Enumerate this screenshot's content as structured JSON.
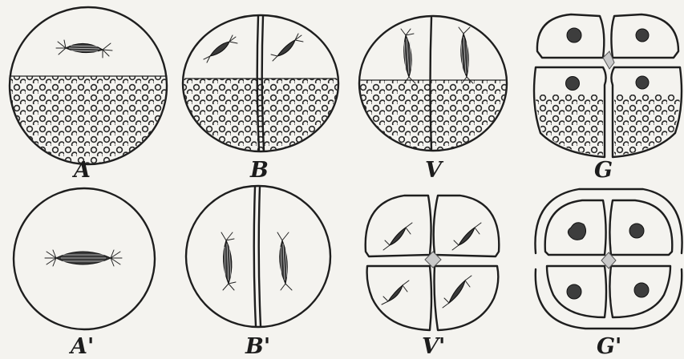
{
  "figure": {
    "panels": [
      {
        "id": "A",
        "label": "A"
      },
      {
        "id": "B",
        "label": "B"
      },
      {
        "id": "V",
        "label": "V"
      },
      {
        "id": "G",
        "label": "G"
      },
      {
        "id": "A2",
        "label": "A'"
      },
      {
        "id": "B2",
        "label": "B'"
      },
      {
        "id": "V2",
        "label": "V'"
      },
      {
        "id": "G2",
        "label": "G'"
      }
    ]
  }
}
